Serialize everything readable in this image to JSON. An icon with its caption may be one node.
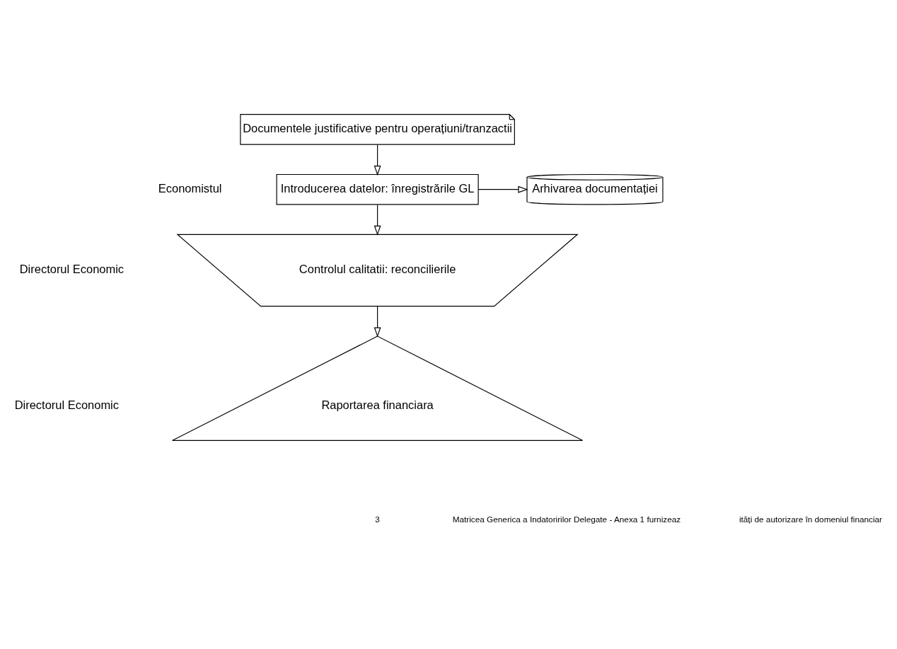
{
  "diagram": {
    "nodes": [
      {
        "text": [
          "Documentele justificative pentru operațiuni/tranzactii"
        ]
      },
      {
        "text": [
          "Introducerea datelor: înregistrările GL"
        ]
      },
      {
        "text": [
          "Arhivarea documentației"
        ]
      },
      {
        "text": [
          "Controlul calitatii: reconcilierile"
        ]
      },
      {
        "text": [
          "Raportarea financiara"
        ]
      }
    ],
    "edges": [
      {
        "from": 0,
        "to": 1,
        "arrow": "to"
      },
      {
        "from": 1,
        "to": 2,
        "arrow": "to"
      },
      {
        "from": 1,
        "to": 3,
        "arrow": "to"
      },
      {
        "from": 3,
        "to": 4,
        "arrow": "to"
      }
    ],
    "labels": [
      "Economistul",
      "Directorul Economic",
      "Directorul Economic",
      "3",
      "Matricea Generica a Indatoririlor Delegate - Anexa 1 furnizeaz",
      "ități de autorizare în domeniul financiar"
    ]
  }
}
